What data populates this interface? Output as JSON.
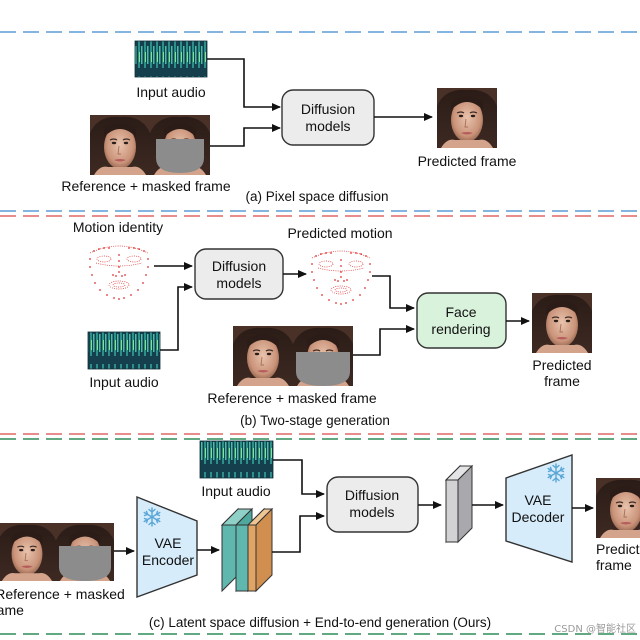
{
  "colors": {
    "divider_blue": "#5b9bd5",
    "divider_red": "#e06666",
    "divider_green": "#2e8b57",
    "box_gray": "#ececec",
    "box_green": "#d9f2dc",
    "box_blue": "#d6ecfa",
    "latent_teal": "#5fb7ad",
    "latent_orange": "#e0a464",
    "mask_gray": "#8c8c8c",
    "spectrogram_bg": "#1b4a5a"
  },
  "sections": {
    "a": {
      "input_audio": "Input audio",
      "reference": "Reference + masked frame",
      "box": [
        "Diffusion",
        "models"
      ],
      "predicted": "Predicted frame",
      "caption": "(a) Pixel space diffusion"
    },
    "b": {
      "motion_identity": "Motion identity",
      "box": [
        "Diffusion",
        "models"
      ],
      "predicted_motion": "Predicted motion",
      "render_box": [
        "Face",
        "rendering"
      ],
      "input_audio": "Input audio",
      "reference": "Reference + masked frame",
      "predicted": [
        "Predicted",
        "frame"
      ],
      "caption": "(b) Two-stage generation"
    },
    "c": {
      "input_audio": "Input audio",
      "box": [
        "Diffusion",
        "models"
      ],
      "encoder": [
        "VAE",
        "Encoder"
      ],
      "decoder": [
        "VAE",
        "Decoder"
      ],
      "reference": [
        "Reference + masked",
        "frame"
      ],
      "predicted": [
        "Predicte",
        "frame"
      ],
      "caption": "(c) Latent space diffusion + End-to-end generation (Ours)"
    }
  },
  "watermark": "CSDN @智能社区"
}
